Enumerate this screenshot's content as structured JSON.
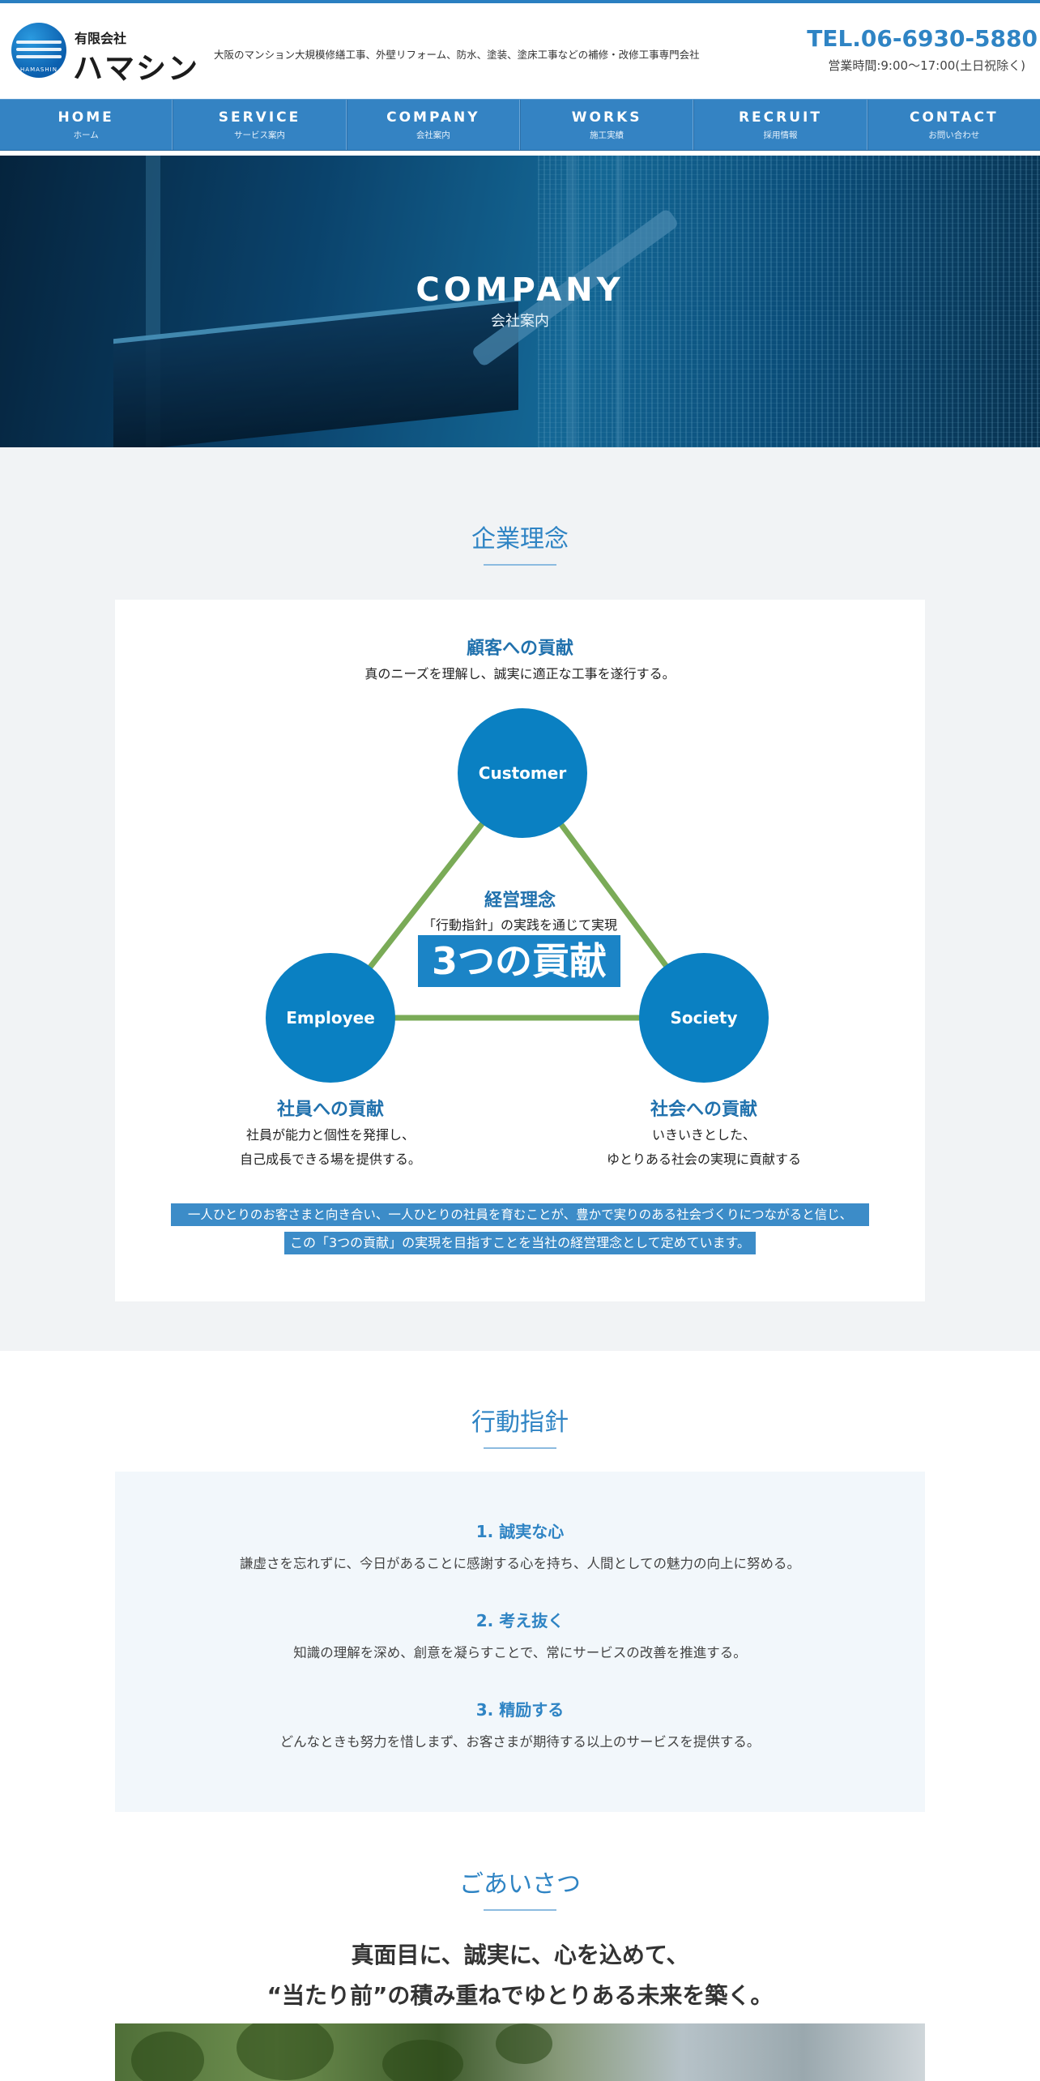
{
  "header": {
    "logo_sub": "有限会社",
    "logo_main": "ハマシン",
    "logo_mark_text": "HAMASHIN",
    "tagline": "大阪のマンション大規模修繕工事、外壁リフォーム、防水、塗装、塗床工事などの補修・改修工事専門会社",
    "tel": "TEL.06-6930-5880",
    "hours": "営業時間:9:00〜17:00(土日祝除く)"
  },
  "nav": [
    {
      "en": "HOME",
      "ja": "ホーム"
    },
    {
      "en": "SERVICE",
      "ja": "サービス案内"
    },
    {
      "en": "COMPANY",
      "ja": "会社案内"
    },
    {
      "en": "WORKS",
      "ja": "施工実績"
    },
    {
      "en": "RECRUIT",
      "ja": "採用情報"
    },
    {
      "en": "CONTACT",
      "ja": "お問い合わせ"
    }
  ],
  "hero": {
    "title": "COMPANY",
    "subtitle": "会社案内"
  },
  "philosophy": {
    "heading": "企業理念",
    "customer": {
      "title": "顧客への貢献",
      "text": "真のニーズを理解し、誠実に適正な工事を遂行する。",
      "circle": "Customer"
    },
    "employee": {
      "title": "社員への貢献",
      "text1": "社員が能力と個性を発揮し、",
      "text2": "自己成長できる場を提供する。",
      "circle": "Employee"
    },
    "society": {
      "title": "社会への貢献",
      "text1": "いきいきとした、",
      "text2": "ゆとりある社会の実現に貢献する",
      "circle": "Society"
    },
    "center": {
      "title": "経営理念",
      "sub": "「行動指針」の実践を通じて実現",
      "badge": "3つの貢献"
    },
    "summary1": "一人ひとりのお客さまと向き合い、一人ひとりの社員を育むことが、豊かで実りのある社会づくりにつながると信じ、",
    "summary2": "この「3つの貢献」の実現を目指すことを当社の経営理念として定めています。",
    "colors": {
      "circle": "#0a80c2",
      "triangle": "#7aab57",
      "accent": "#2f84c4"
    }
  },
  "guidelines": {
    "heading": "行動指針",
    "items": [
      {
        "title": "1. 誠実な心",
        "text": "謙虚さを忘れずに、今日があることに感謝する心を持ち、人間としての魅力の向上に努める。"
      },
      {
        "title": "2. 考え抜く",
        "text": "知識の理解を深め、創意を凝らすことで、常にサービスの改善を推進する。"
      },
      {
        "title": "3. 精励する",
        "text": "どんなときも努力を惜しまず、お客さまが期待する以上のサービスを提供する。"
      }
    ]
  },
  "greeting": {
    "heading": "ごあいさつ",
    "line1": "真面目に、誠実に、心を込めて、",
    "line2": "“当たり前”の積み重ねでゆとりある未来を築く。"
  }
}
